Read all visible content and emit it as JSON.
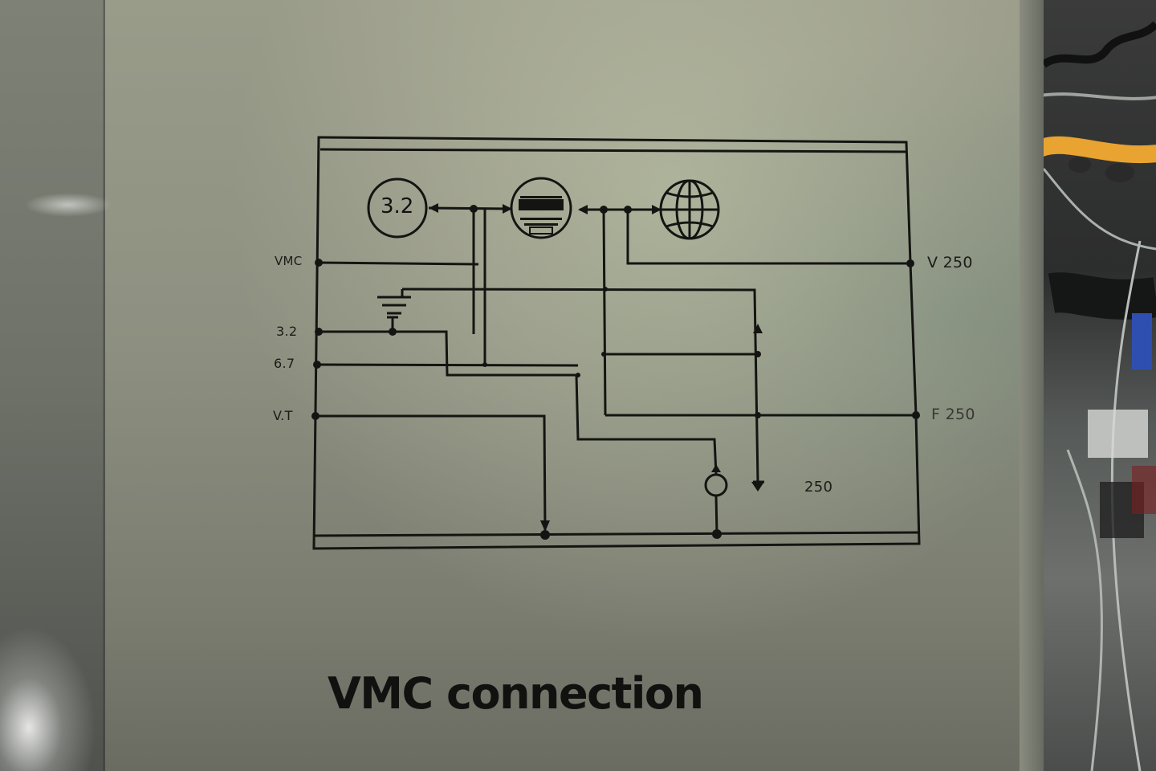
{
  "title": "VMC connection",
  "diagram": {
    "icons": [
      {
        "name": "value-32-circle",
        "text": "3.2"
      },
      {
        "name": "display-meter-circle",
        "text": ""
      },
      {
        "name": "globe-network",
        "text": ""
      }
    ],
    "left_labels": {
      "vmc": "VMC",
      "l32": "3.2",
      "l67": "6.7",
      "vt": "V.T"
    },
    "right_labels": {
      "v250": "V 250",
      "f250": "F 250"
    },
    "inner_labels": {
      "val250": "250"
    }
  },
  "colors": {
    "line": "#141512",
    "panel": "#8f9182",
    "text": "#1b1c18"
  }
}
